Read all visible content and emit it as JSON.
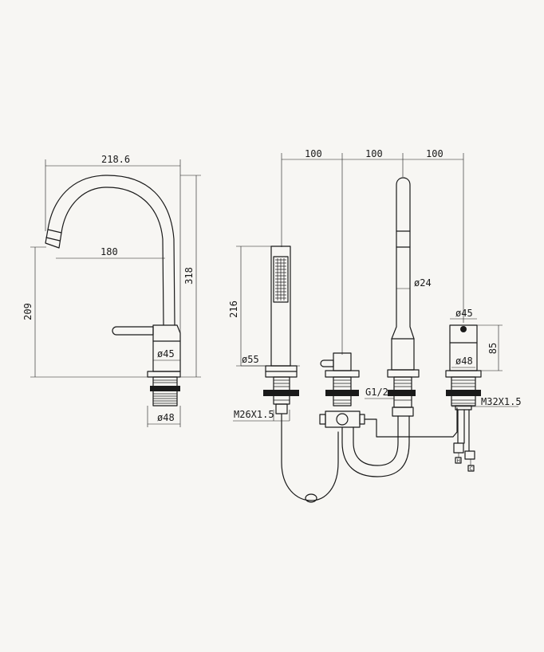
{
  "dimensions": {
    "spout_width": "218.6",
    "spout_reach": "180",
    "spout_height": "318",
    "outlet_height": "209",
    "left_body_dia": "ø45",
    "left_base_dia": "ø48",
    "spacing_1": "100",
    "spacing_2": "100",
    "spacing_3": "100",
    "handshower_height": "216",
    "handshower_base_dia": "ø55",
    "handshower_thread": "M26X1.5",
    "valve_thread": "G1/2",
    "spout_dia": "ø24",
    "diverter_dia": "ø45",
    "diverter_height": "85",
    "diverter_base_dia": "ø48",
    "diverter_thread": "M32X1.5"
  },
  "hose_markers": {
    "hot": "H",
    "cold": "C"
  }
}
